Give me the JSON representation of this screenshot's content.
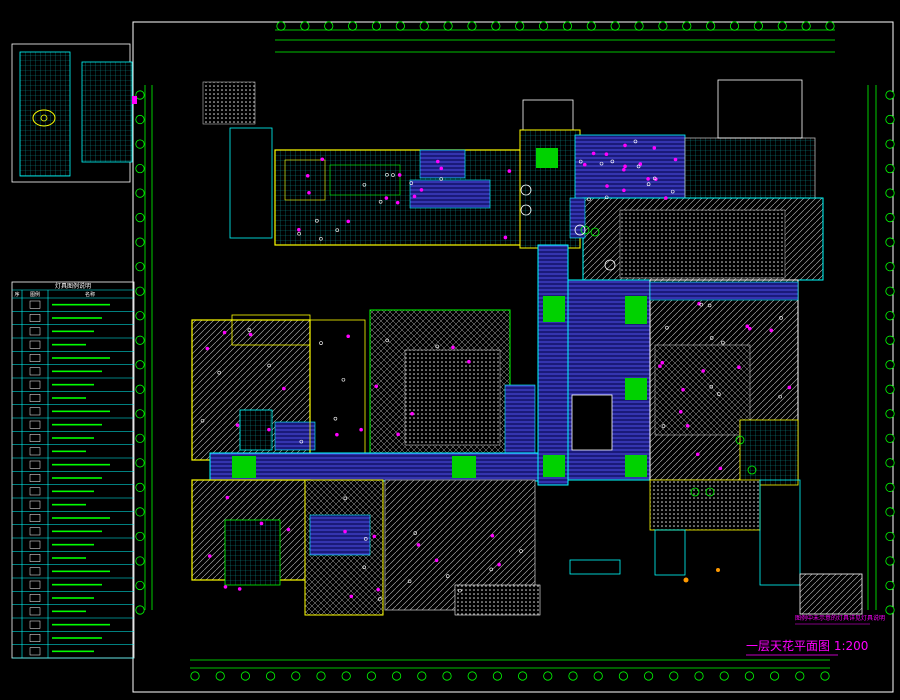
{
  "drawing": {
    "title": "一层天花平面图 1:200",
    "note_label": "图例中未示意的灯具详见灯具说明",
    "colors": {
      "background": "#000000",
      "frame": "#ffffff",
      "grid": "#00ff00",
      "wall": "#ffff00",
      "cyan": "#00ffff",
      "blue": "#3a3ad8",
      "magenta": "#ff00ff",
      "green_fill": "#00d200",
      "hatch": "#c8c8c8"
    }
  },
  "legend": {
    "header": "灯具图例说明",
    "columns": [
      "序",
      "图例",
      "名称"
    ],
    "row_count": 27
  },
  "icons": [
    "grid-axis-bubble",
    "fire-sprinkler",
    "downlight",
    "exhaust-vent",
    "ceiling-light"
  ]
}
